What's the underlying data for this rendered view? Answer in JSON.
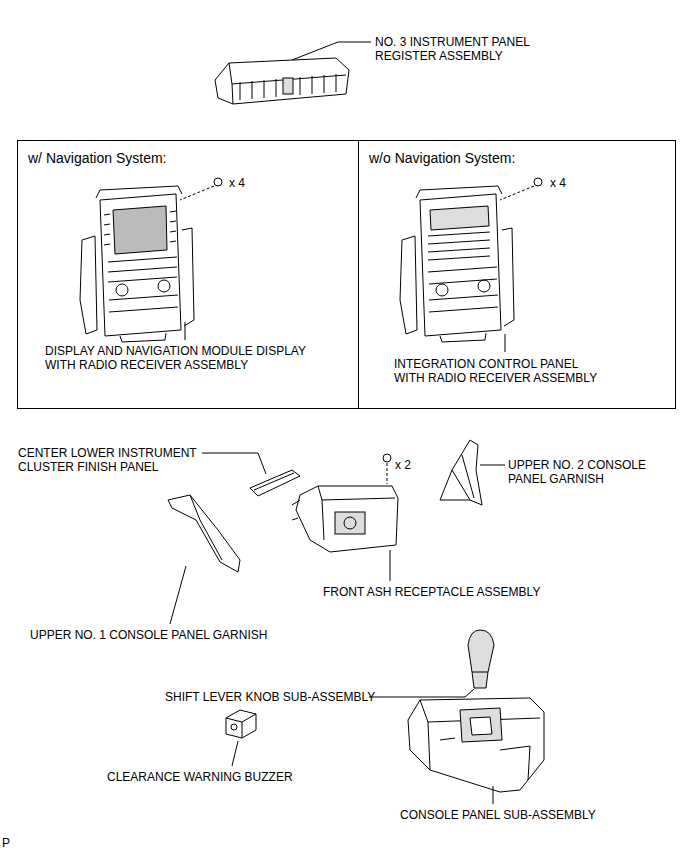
{
  "diagram": {
    "nodes": [
      {
        "text": [
          "w/ Navigation System:",
          "x 4",
          "DISPLAY AND NAVIGATION MODULE DISPLAY WITH RADIO RECEIVER ASSEMBLY"
        ]
      },
      {
        "text": [
          "w/o Navigation System:",
          "x 4",
          "INTEGRATION CONTROL PANEL WITH RADIO RECEIVER ASSEMBLY"
        ]
      }
    ],
    "labels": [
      "NO. 3 INSTRUMENT PANEL REGISTER ASSEMBLY",
      "CENTER LOWER INSTRUMENT CLUSTER FINISH PANEL",
      "UPPER NO. 2 CONSOLE PANEL GARNISH",
      "x 2",
      "FRONT ASH RECEPTACLE ASSEMBLY",
      "UPPER NO. 1 CONSOLE PANEL GARNISH",
      "SHIFT LEVER KNOB SUB-ASSEMBLY",
      "CLEARANCE WARNING BUZZER",
      "CONSOLE PANEL SUB-ASSEMBLY",
      "P"
    ]
  }
}
